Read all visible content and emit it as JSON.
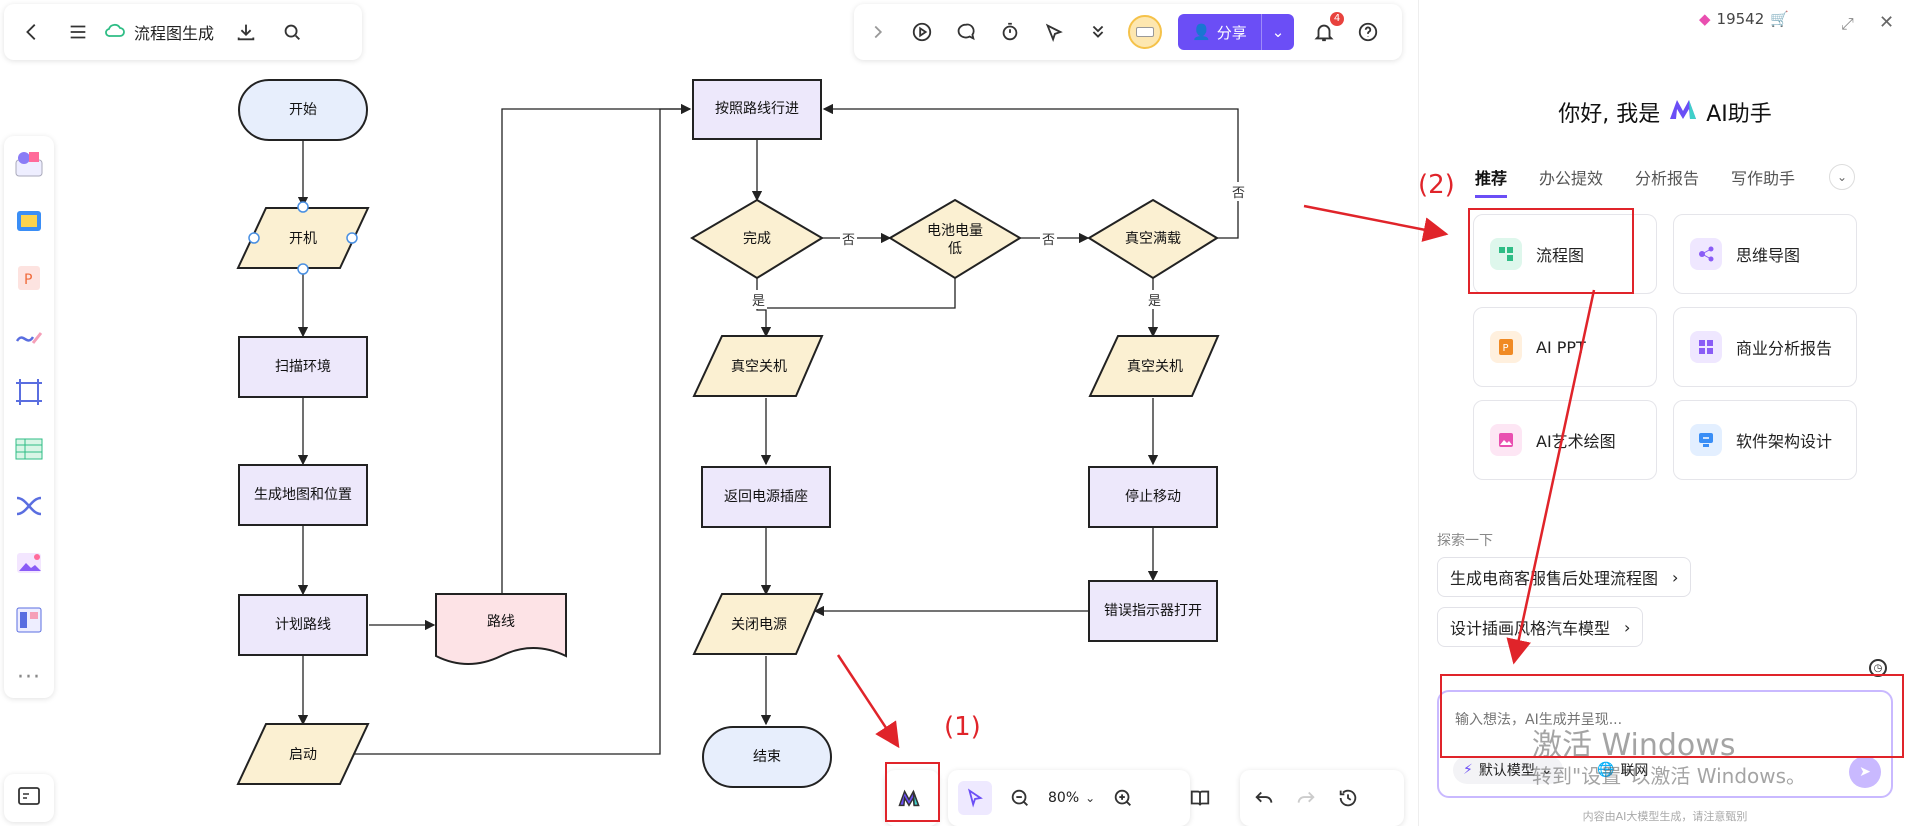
{
  "header": {
    "title": "流程图生成",
    "credits": "19542"
  },
  "toolbar": {
    "share_label": "分享",
    "notification_count": "4"
  },
  "bottom": {
    "zoom": "80%"
  },
  "flowchart": {
    "start": "开始",
    "power_on": "开机",
    "scan": "扫描环境",
    "gen_map": "生成地图和位置",
    "plan": "计划路线",
    "route": "路线",
    "launch": "启动",
    "follow": "按照路线行进",
    "done": "完成",
    "battery": "电池电量\n低",
    "vacuum_full": "真空满载",
    "vac_off_1": "真空关机",
    "vac_off_2": "真空关机",
    "return": "返回电源插座",
    "stop": "停止移动",
    "power_off": "关闭电源",
    "error": "错误指示器打开",
    "end": "结束",
    "yes": "是",
    "no": "否"
  },
  "annotations": {
    "label_1": "(1)",
    "label_2": "(2)"
  },
  "panel": {
    "greeting_pre": "你好, 我是",
    "greeting_post": "AI助手",
    "tabs": [
      "推荐",
      "办公提效",
      "分析报告",
      "写作助手"
    ],
    "cards": [
      {
        "label": "流程图",
        "icon": "flowchart-icon",
        "color": "#2ebd85"
      },
      {
        "label": "思维导图",
        "icon": "mindmap-icon",
        "color": "#8a5cf6"
      },
      {
        "label": "AI PPT",
        "icon": "ppt-icon",
        "color": "#f08a24"
      },
      {
        "label": "商业分析报告",
        "icon": "report-icon",
        "color": "#8a5cf6"
      },
      {
        "label": "AI艺术绘图",
        "icon": "art-icon",
        "color": "#e94fb0"
      },
      {
        "label": "软件架构设计",
        "icon": "architecture-icon",
        "color": "#3a8ef6"
      }
    ],
    "explore_title": "探索一下",
    "suggestions": [
      "生成电商客服售后处理流程图",
      "设计插画风格汽车模型"
    ],
    "input_placeholder": "输入想法，AI生成并呈现...",
    "model_label": "默认模型",
    "web_label": "联网",
    "footer_note": "内容由AI大模型生成，请注意甄别"
  },
  "watermark": {
    "line1": "激活 Windows",
    "line2": "转到\"设置\"以激活 Windows。"
  }
}
